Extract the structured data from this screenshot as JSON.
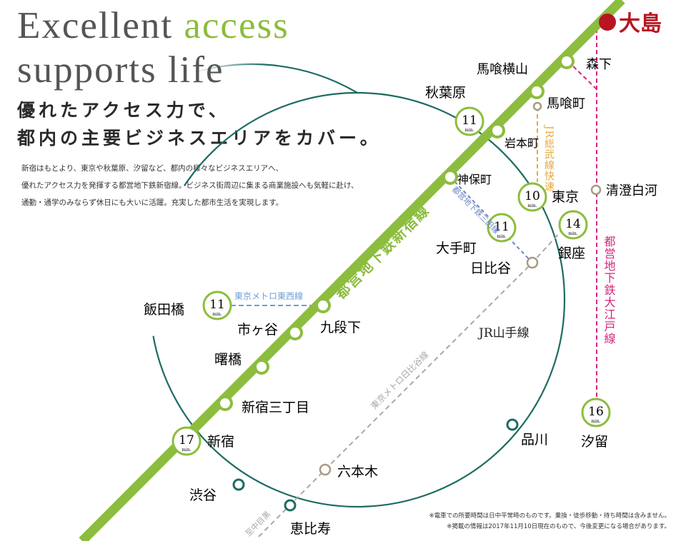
{
  "headline": {
    "line1_gray": "Excellent",
    "line1_green": "access",
    "line2_gray": "supports life"
  },
  "lead": {
    "line1": "優れたアクセス力で、",
    "line2": "都内の主要ビジネスエリアをカバー。"
  },
  "body": {
    "line1": "新宿はもとより、東京や秋葉原、汐留など、都内の様々なビジネスエリアへ、",
    "line2": "優れたアクセス力を発揮する都営地下鉄新宿線。ビジネス街周辺に集まる商業施設へも気軽に赴け、",
    "line3": "通勤・通学のみならず休日にも大いに活躍。充実した都市生活を実現します。"
  },
  "home_station": "大島",
  "min_unit": "min.",
  "stations": {
    "morishita": "森下",
    "bakuro_yokoyama": "馬喰横山",
    "bakurocho": "馬喰町",
    "akihabara": "秋葉原",
    "iwamotocho": "岩本町",
    "jimbocho": "神保町",
    "tokyo": "東京",
    "kiyosumi": "清澄白河",
    "otemachi": "大手町",
    "hibiya": "日比谷",
    "ginza": "銀座",
    "iidabashi": "飯田橋",
    "kudanshita": "九段下",
    "ichigaya": "市ヶ谷",
    "akebonobashi": "曙橋",
    "shinjuku_sanchome": "新宿三丁目",
    "shinjuku": "新宿",
    "shibuya": "渋谷",
    "ebisu": "恵比寿",
    "roppongi": "六本木",
    "shinagawa": "品川",
    "shiodome": "汐留"
  },
  "times": {
    "akihabara": "11",
    "tokyo": "10",
    "otemachi": "11",
    "ginza": "14",
    "iidabashi": "11",
    "shinjuku": "17",
    "shiodome": "16"
  },
  "lines": {
    "shinjuku_line": "都営地下鉄新宿線",
    "tozai": "東京メトロ東西線",
    "mita": "都営地下鉄三田線",
    "sobu_rapid": "JR総武線快速",
    "oedo": "都営地下鉄大江戸線",
    "yamanote": "JR山手線",
    "hibiya_line": "東京メトロ日比谷線",
    "naka_meguro": "至中目黒"
  },
  "notes": {
    "note1": "※電車での所要時間は日中平常時のものです。乗換・徒歩移動・待ち時間は含みません。",
    "note2": "※掲載の情報は2017年11月10日現在のもので、今後変更になる場合があります。"
  },
  "colors": {
    "shinjuku_line": "#8cbd3e",
    "yamanote": "#1d6b62",
    "oedo": "#d6247e",
    "tozai": "#6e9fd4",
    "sobu": "#e6a93a",
    "hibiya": "#a8a8a8",
    "mita": "#6b87c2",
    "home": "#b81421",
    "headline_gray": "#555555",
    "headline_green": "#8cbd3e"
  }
}
